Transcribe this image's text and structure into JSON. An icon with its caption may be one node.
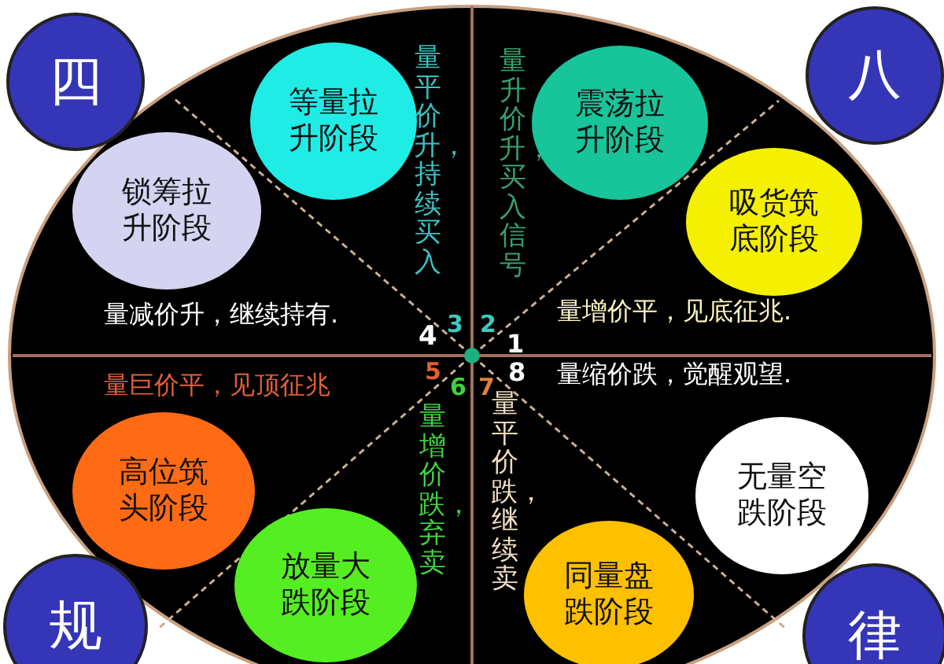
{
  "diagram": {
    "nodes": [
      {
        "text": [
          "四"
        ]
      },
      {
        "text": [
          "八"
        ]
      },
      {
        "text": [
          "等量拉升阶段"
        ]
      },
      {
        "text": [
          "震荡拉升阶段"
        ]
      },
      {
        "text": [
          "锁筹拉升阶段"
        ]
      },
      {
        "text": [
          "吸货筑底阶段"
        ]
      },
      {
        "text": [
          "高位筑头阶段"
        ]
      },
      {
        "text": [
          "无量空跌阶段"
        ]
      },
      {
        "text": [
          "放量大跌阶段"
        ]
      },
      {
        "text": [
          "同量盘跌阶段"
        ]
      },
      {
        "text": [
          "规"
        ]
      },
      {
        "text": [
          "律"
        ]
      }
    ],
    "edges": [],
    "labels": [
      "量平价升，持续买入",
      "量升价升，买入信号",
      "量减价升，继续持有.",
      "量增价平，见底征兆.",
      "4",
      "3",
      "2",
      "1",
      "5",
      "6",
      "7",
      "8",
      "量巨价平，见顶征兆",
      "量缩价跌，觉醒观望.",
      "量增价跌，弃卖",
      "量平价跌，继续卖"
    ]
  }
}
